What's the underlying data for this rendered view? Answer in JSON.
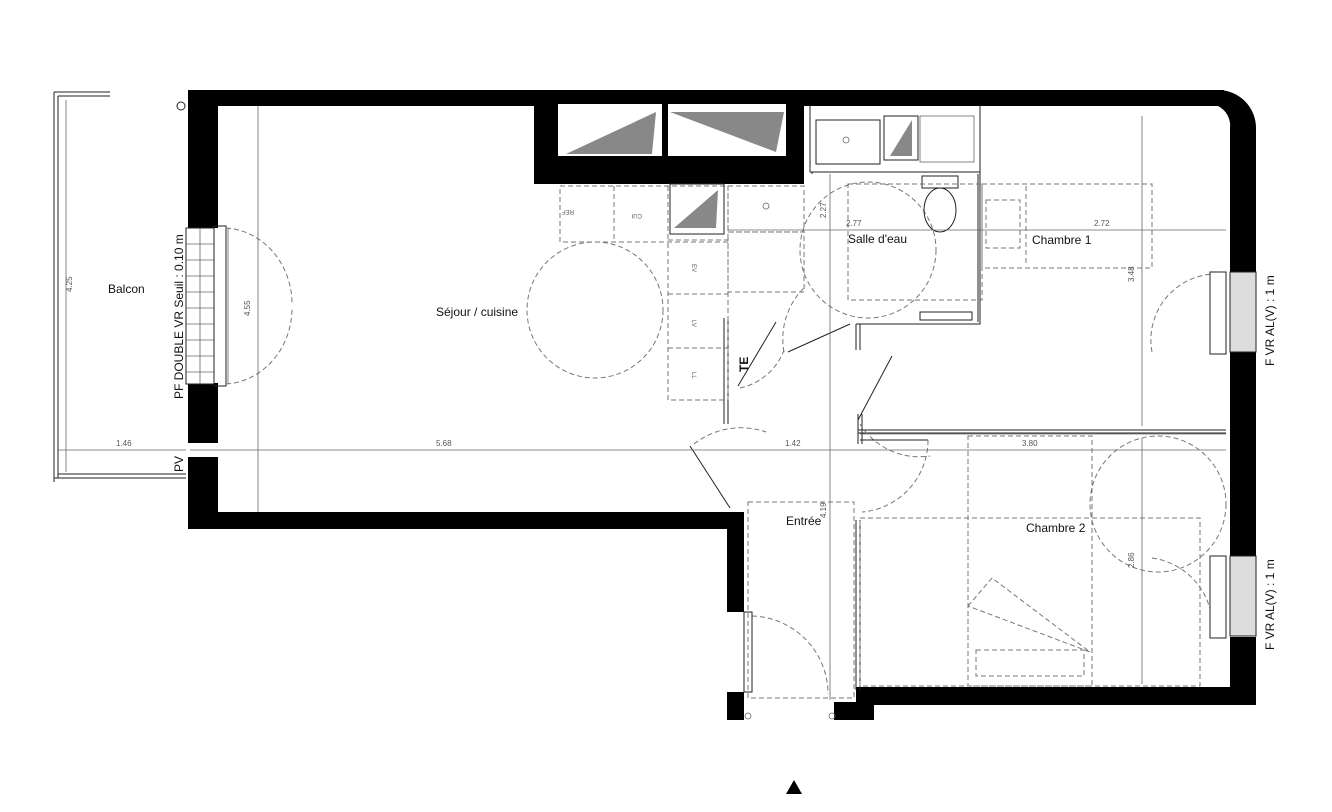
{
  "plan": {
    "rooms": {
      "balcon": "Balcon",
      "sejour": "Séjour / cuisine",
      "salle_eau": "Salle d'eau",
      "chambre1": "Chambre 1",
      "chambre2": "Chambre 2",
      "entree": "Entrée"
    },
    "windows": {
      "sejour_window": "PF DOUBLE VR  Seuil : 0.10 m",
      "sejour_pv": "PV",
      "chambre1_window": "F VR  AL(V) : 1 m",
      "chambre2_window": "F VR  AL(V) : 1 m"
    },
    "dimensions": {
      "balcon_width": "1.46",
      "balcon_depth": "4.25",
      "sejour_width": "5.68",
      "sejour_depth": "4.55",
      "passage_width": "1.42",
      "salle_eau_width": "2.77",
      "salle_eau_depth": "2.27",
      "chambre1_width": "2.72",
      "chambre1_depth": "3.48",
      "chambre2_width": "3.80",
      "chambre2_depth": "2.86",
      "entree_depth": "4.19"
    },
    "appliances": {
      "ref": "REF",
      "cui": "CUI",
      "ev": "EV",
      "lv": "LV",
      "ll": "LL",
      "te": "TE"
    },
    "north_arrow": "north-arrow-icon"
  }
}
